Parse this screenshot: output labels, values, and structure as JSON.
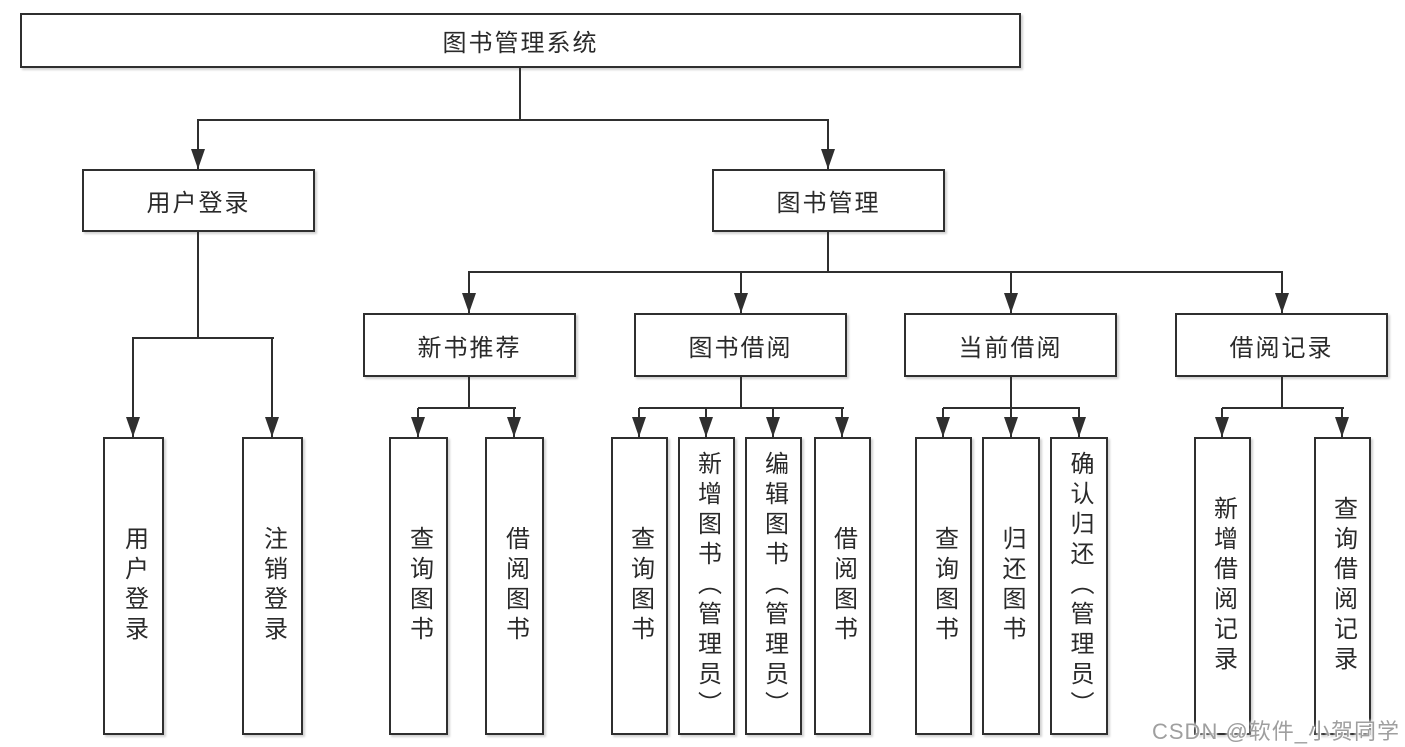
{
  "tree": {
    "root": {
      "label": "图书管理系统",
      "children": [
        {
          "label": "用户登录",
          "children": [
            {
              "label": "用户登录"
            },
            {
              "label": "注销登录"
            }
          ]
        },
        {
          "label": "图书管理",
          "children": [
            {
              "label": "新书推荐",
              "children": [
                {
                  "label": "查询图书"
                },
                {
                  "label": "借阅图书"
                }
              ]
            },
            {
              "label": "图书借阅",
              "children": [
                {
                  "label": "查询图书"
                },
                {
                  "label": "新增图书（管理员）"
                },
                {
                  "label": "编辑图书（管理员）"
                },
                {
                  "label": "借阅图书"
                }
              ]
            },
            {
              "label": "当前借阅",
              "children": [
                {
                  "label": "查询图书"
                },
                {
                  "label": "归还图书"
                },
                {
                  "label": "确认归还（管理员）"
                }
              ]
            },
            {
              "label": "借阅记录",
              "children": [
                {
                  "label": "新增借阅记录"
                },
                {
                  "label": "查询借阅记录"
                }
              ]
            }
          ]
        }
      ]
    }
  },
  "watermark": "CSDN @软件_小贺同学",
  "colors": {
    "line": "#2f2f2f",
    "text": "#2a2a2a",
    "box_background": "#ffffff",
    "watermark": "#9f9f9f",
    "background": "#ffffff"
  }
}
